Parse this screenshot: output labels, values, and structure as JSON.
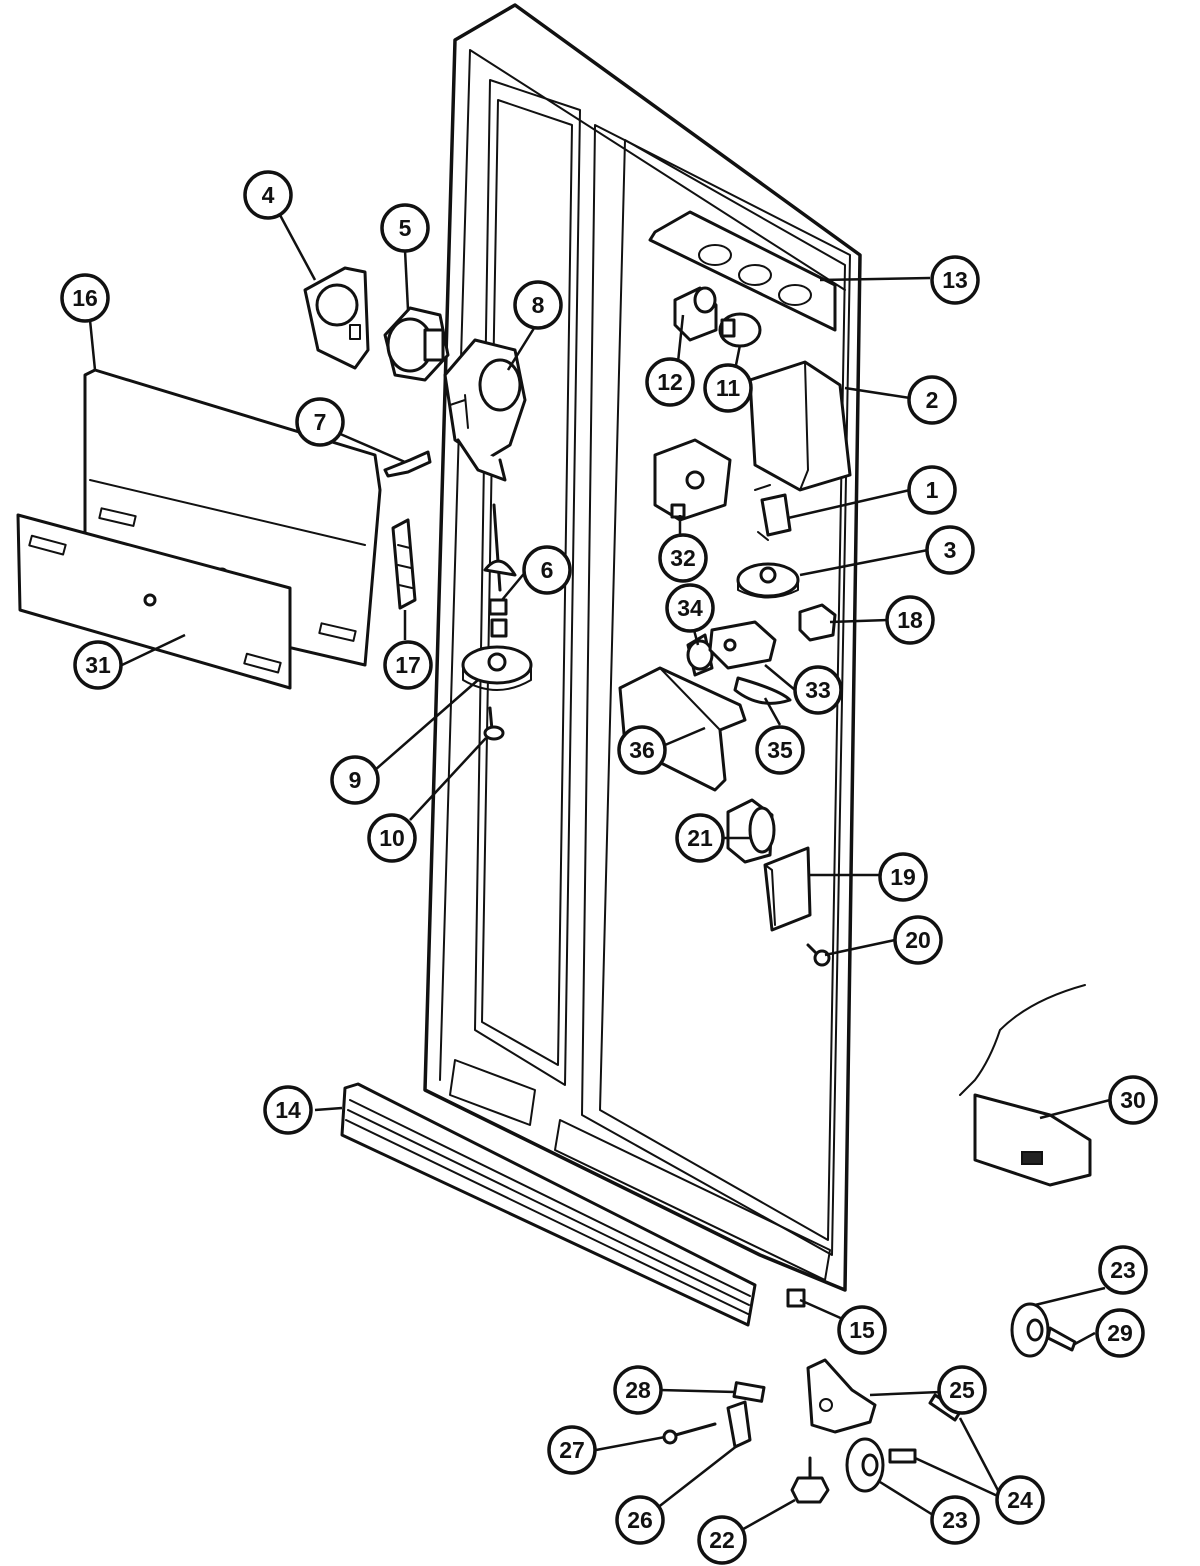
{
  "callouts": [
    {
      "id": "c1",
      "label": "1"
    },
    {
      "id": "c2",
      "label": "2"
    },
    {
      "id": "c3",
      "label": "3"
    },
    {
      "id": "c4",
      "label": "4"
    },
    {
      "id": "c5",
      "label": "5"
    },
    {
      "id": "c6",
      "label": "6"
    },
    {
      "id": "c7",
      "label": "7"
    },
    {
      "id": "c8",
      "label": "8"
    },
    {
      "id": "c9",
      "label": "9"
    },
    {
      "id": "c10",
      "label": "10"
    },
    {
      "id": "c11",
      "label": "11"
    },
    {
      "id": "c12",
      "label": "12"
    },
    {
      "id": "c13",
      "label": "13"
    },
    {
      "id": "c14",
      "label": "14"
    },
    {
      "id": "c15",
      "label": "15"
    },
    {
      "id": "c16",
      "label": "16"
    },
    {
      "id": "c17",
      "label": "17"
    },
    {
      "id": "c18",
      "label": "18"
    },
    {
      "id": "c19",
      "label": "19"
    },
    {
      "id": "c20",
      "label": "20"
    },
    {
      "id": "c21",
      "label": "21"
    },
    {
      "id": "c22",
      "label": "22"
    },
    {
      "id": "c23a",
      "label": "23"
    },
    {
      "id": "c23b",
      "label": "23"
    },
    {
      "id": "c24",
      "label": "24"
    },
    {
      "id": "c25",
      "label": "25"
    },
    {
      "id": "c26",
      "label": "26"
    },
    {
      "id": "c27",
      "label": "27"
    },
    {
      "id": "c28",
      "label": "28"
    },
    {
      "id": "c29",
      "label": "29"
    },
    {
      "id": "c30",
      "label": "30"
    },
    {
      "id": "c31",
      "label": "31"
    },
    {
      "id": "c32",
      "label": "32"
    },
    {
      "id": "c33",
      "label": "33"
    },
    {
      "id": "c34",
      "label": "34"
    },
    {
      "id": "c35",
      "label": "35"
    },
    {
      "id": "c36",
      "label": "36"
    }
  ]
}
